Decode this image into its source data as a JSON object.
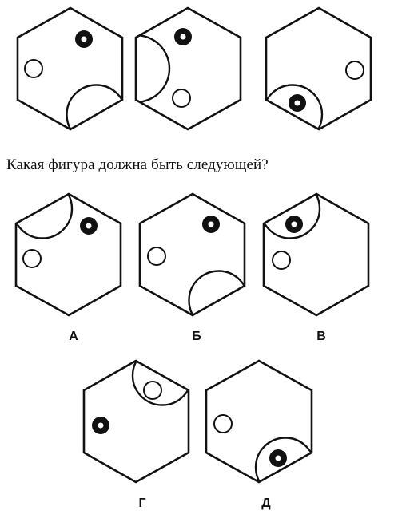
{
  "question": "Какая фигура должна быть следующей?",
  "sequence": [
    {
      "id": "seq-1"
    },
    {
      "id": "seq-2"
    },
    {
      "id": "seq-3"
    }
  ],
  "options": [
    {
      "id": "a",
      "label": "А"
    },
    {
      "id": "b",
      "label": "Б"
    },
    {
      "id": "v",
      "label": "В"
    },
    {
      "id": "g",
      "label": "Г"
    },
    {
      "id": "d",
      "label": "Д"
    }
  ],
  "colors": {
    "ink": "#111111",
    "paper": "#ffffff"
  }
}
